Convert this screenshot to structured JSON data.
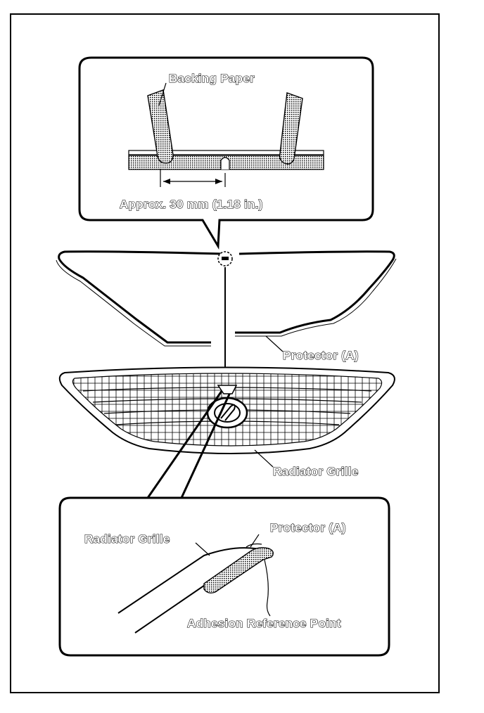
{
  "labels": {
    "backing_paper": "Backing Paper",
    "approx_distance": "Approx. 30 mm (1.18 in.)",
    "protector_a_main": "Protector (A)",
    "radiator_grille_main": "Radiator Grille",
    "radiator_grille_detail": "Radiator Grille",
    "protector_a_detail": "Protector (A)",
    "adhesion_reference_point": "Adhesion Reference Point"
  }
}
